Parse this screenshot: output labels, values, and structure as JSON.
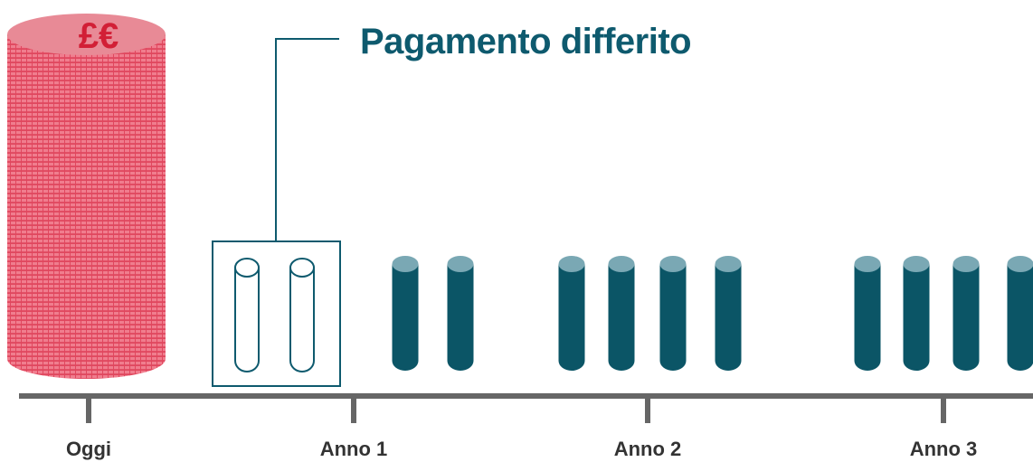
{
  "title": "Pagamento differito",
  "coin_label": "£€",
  "timeline": {
    "ticks": [
      "Oggi",
      "Anno 1",
      "Anno 2",
      "Anno 3"
    ]
  },
  "payments": {
    "deferred_count": 2,
    "year1_count": 2,
    "year2_count": 4,
    "year3_count": 4
  },
  "colors": {
    "title": "#0e5a6e",
    "payment_body": "#0b5566",
    "payment_top": "#7aa8b4",
    "deferred_outline": "#0e5a6e",
    "big_stack": "#e0475e",
    "big_stack_top": "#e88a96",
    "coin_label": "#d21f36",
    "axis": "#666666",
    "tick_label": "#333333"
  }
}
